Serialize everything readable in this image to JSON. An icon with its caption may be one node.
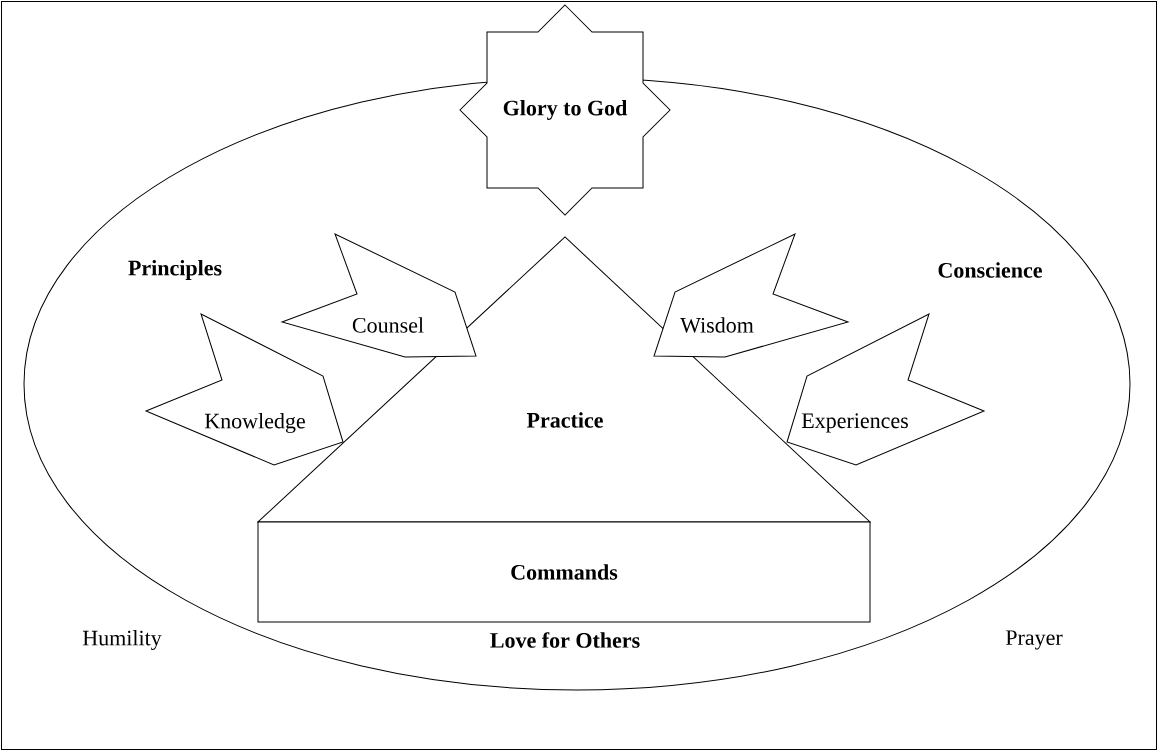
{
  "diagram": {
    "nodes": [
      {
        "text": [],
        "shape": "ellipse"
      },
      {
        "text": [
          "Glory to God"
        ]
      },
      {
        "text": [
          "Practice"
        ],
        "in": 0
      },
      {
        "text": [
          "Commands"
        ],
        "in": 0
      },
      {
        "text": [
          "Counsel"
        ],
        "in": 0
      },
      {
        "text": [
          "Knowledge"
        ],
        "in": 0
      },
      {
        "text": [
          "Wisdom"
        ],
        "in": 0
      },
      {
        "text": [
          "Experiences"
        ],
        "in": 0
      }
    ],
    "labels": [
      "Principles",
      "Conscience",
      "Humility",
      "Love for Others",
      "Prayer"
    ]
  }
}
